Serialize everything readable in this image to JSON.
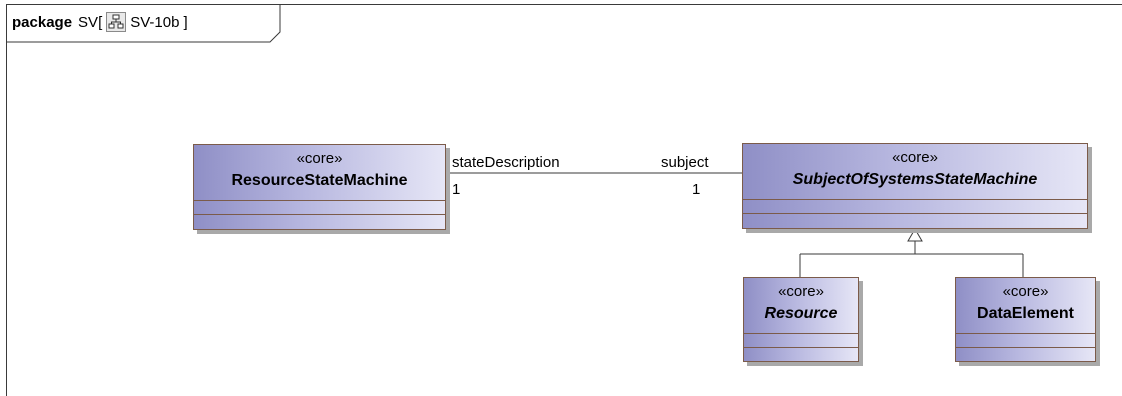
{
  "frame": {
    "keyword": "package",
    "name": "SV",
    "open_bracket": "[",
    "diagram_name": "SV-10b",
    "close_bracket": "]"
  },
  "classes": {
    "resource_state_machine": {
      "stereotype": "«core»",
      "name": "ResourceStateMachine"
    },
    "subject_of_systems_state_machine": {
      "stereotype": "«core»",
      "name": "SubjectOfSystemsStateMachine"
    },
    "resource": {
      "stereotype": "«core»",
      "name": "Resource"
    },
    "data_element": {
      "stereotype": "«core»",
      "name": "DataElement"
    }
  },
  "association": {
    "source_role": "stateDescription",
    "source_multiplicity": "1",
    "target_role": "subject",
    "target_multiplicity": "1"
  },
  "colors": {
    "class_fill_dark": "#8f8fc6",
    "class_fill_light": "#e6e6f6",
    "class_border": "#7b5b4a",
    "line": "#3a3a3a"
  },
  "icons": {
    "diagram_type": "class-diagram-icon"
  }
}
